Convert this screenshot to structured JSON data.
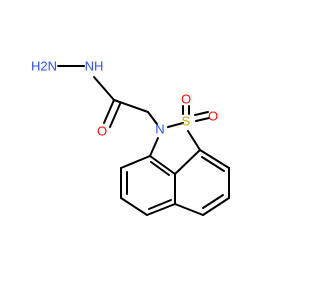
{
  "structure": {
    "atoms": {
      "n_hydrazine_terminal": {
        "symbol": "H2N",
        "color": "#3050f8"
      },
      "nh_hydrazine": {
        "symbol": "NH",
        "color": "#3050f8"
      },
      "o_carbonyl": {
        "symbol": "O",
        "color": "#ff0d0d"
      },
      "n_ring": {
        "symbol": "N",
        "color": "#3050f8"
      },
      "s_sulfonyl": {
        "symbol": "S",
        "color": "#c8a800"
      },
      "o_sulfonyl_1": {
        "symbol": "O",
        "color": "#ff0d0d"
      },
      "o_sulfonyl_2": {
        "symbol": "O",
        "color": "#ff0d0d"
      }
    },
    "bond_color": "#000000",
    "background": "#ffffff"
  }
}
